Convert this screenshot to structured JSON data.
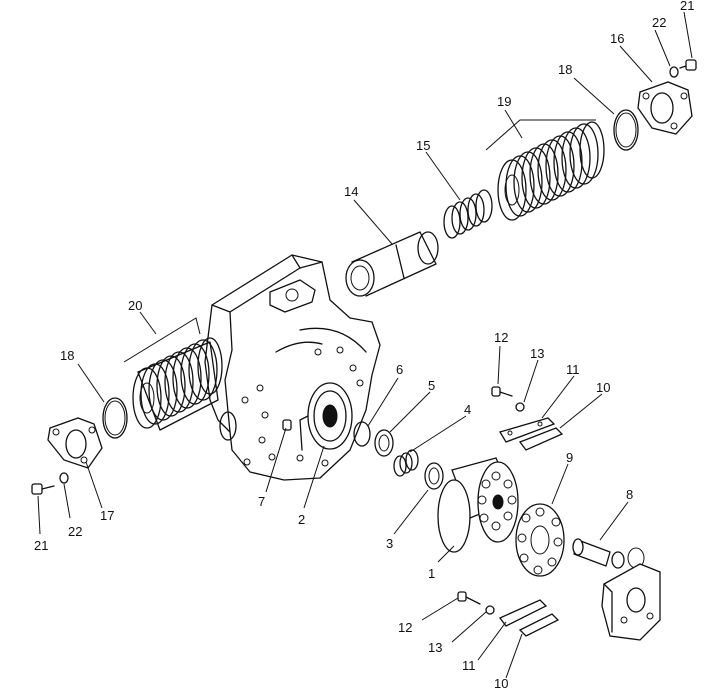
{
  "callouts": [
    {
      "id": "c21a",
      "text": "21"
    },
    {
      "id": "c22a",
      "text": "22"
    },
    {
      "id": "c16",
      "text": "16"
    },
    {
      "id": "c18a",
      "text": "18"
    },
    {
      "id": "c19",
      "text": "19"
    },
    {
      "id": "c15",
      "text": "15"
    },
    {
      "id": "c14",
      "text": "14"
    },
    {
      "id": "c20",
      "text": "20"
    },
    {
      "id": "c18b",
      "text": "18"
    },
    {
      "id": "c12a",
      "text": "12"
    },
    {
      "id": "c13a",
      "text": "13"
    },
    {
      "id": "c11a",
      "text": "11"
    },
    {
      "id": "c10a",
      "text": "10"
    },
    {
      "id": "c6",
      "text": "6"
    },
    {
      "id": "c5",
      "text": "5"
    },
    {
      "id": "c4",
      "text": "4"
    },
    {
      "id": "c9",
      "text": "9"
    },
    {
      "id": "c8",
      "text": "8"
    },
    {
      "id": "c7",
      "text": "7"
    },
    {
      "id": "c2",
      "text": "2"
    },
    {
      "id": "c3",
      "text": "3"
    },
    {
      "id": "c1",
      "text": "1"
    },
    {
      "id": "c17",
      "text": "17"
    },
    {
      "id": "c21b",
      "text": "21"
    },
    {
      "id": "c22b",
      "text": "22"
    },
    {
      "id": "c12b",
      "text": "12"
    },
    {
      "id": "c13b",
      "text": "13"
    },
    {
      "id": "c11b",
      "text": "11"
    },
    {
      "id": "c10b",
      "text": "10"
    }
  ]
}
